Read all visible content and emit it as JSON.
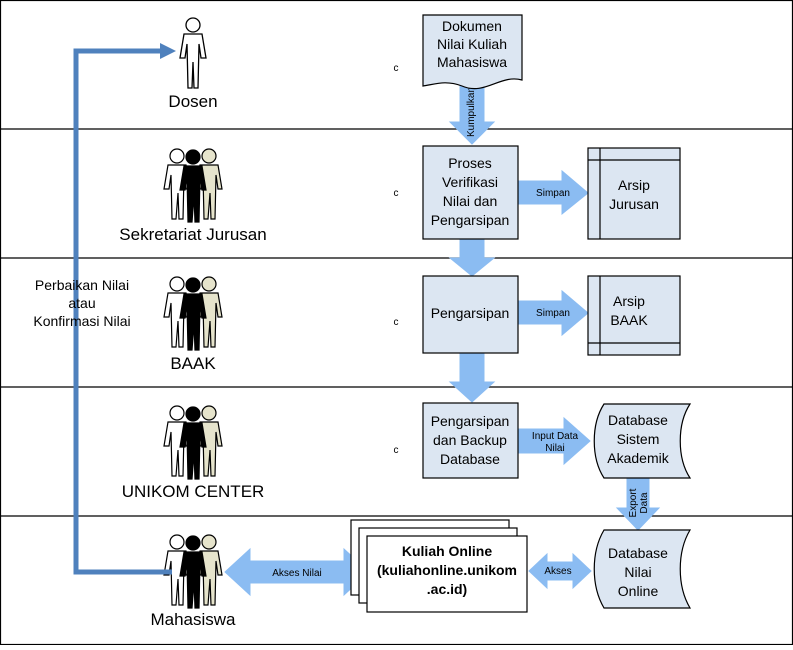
{
  "lanes": [
    {
      "actor": "Dosen"
    },
    {
      "actor": "Sekretariat Jurusan"
    },
    {
      "actor": "BAAK"
    },
    {
      "actor": "UNIKOM CENTER"
    },
    {
      "actor": "Mahasiswa"
    }
  ],
  "lane_marks": [
    "c",
    "c",
    "c",
    "c"
  ],
  "nodes": {
    "dokumen": [
      "Dokumen",
      "Nilai Kuliah",
      "Mahasiswa"
    ],
    "proses": [
      "Proses",
      "Verifikasi",
      "Nilai dan",
      "Pengarsipan"
    ],
    "arsip_jurusan": [
      "Arsip",
      "Jurusan"
    ],
    "pengarsipan": [
      "Pengarsipan"
    ],
    "arsip_baak": [
      "Arsip",
      "BAAK"
    ],
    "backup": [
      "Pengarsipan",
      "dan Backup",
      "Database"
    ],
    "db_akademik": [
      "Database",
      "Sistem",
      "Akademik"
    ],
    "db_online": [
      "Database",
      "Nilai",
      "Online"
    ],
    "kuliah_online": [
      "Kuliah Online",
      "(kuliahonline.unikom",
      ".ac.id)"
    ]
  },
  "edge_labels": {
    "kumpulkan": "Kumpulkan",
    "simpan_1": "Simpan",
    "simpan_2": "Simpan",
    "input_data_nilai": [
      "Input Data",
      "Nilai"
    ],
    "export_data": [
      "Export",
      "Data"
    ],
    "akses_nilai": "Akses Nilai",
    "akses": "Akses"
  },
  "feedback_label": [
    "Perbaikan Nilai",
    "atau",
    "Konfirmasi Nilai"
  ],
  "colors": {
    "box_fill": "#dce6f2",
    "arrow_fill": "#8bbcf2",
    "feedback_line": "#4f81bd"
  }
}
